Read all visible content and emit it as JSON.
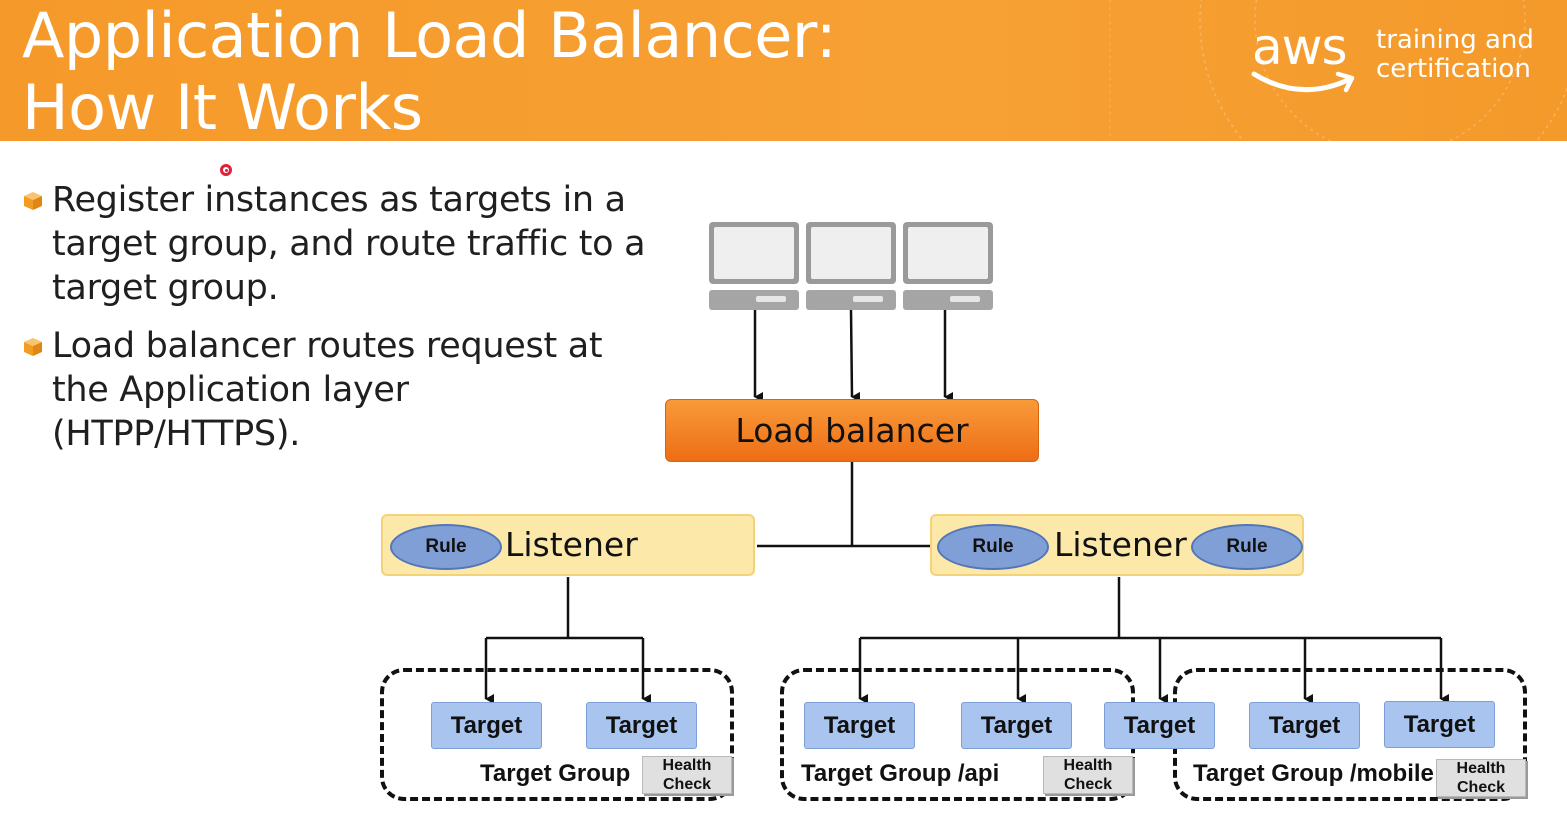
{
  "header": {
    "title_lines": [
      "Application Load Balancer:",
      "How It Works"
    ],
    "logo_word": "aws",
    "logo_tag_lines": [
      "training and",
      "certification"
    ],
    "background": "#f59a2a"
  },
  "bullets": [
    {
      "lines": [
        "Register instances as targets in a",
        "target group, and route traffic to a",
        "target group."
      ]
    },
    {
      "lines": [
        "Load balancer routes request at",
        "the Application layer",
        "(HTPP/HTTPS)."
      ]
    }
  ],
  "diagram": {
    "clients_icon": "laptop-icon",
    "load_balancer": "Load balancer",
    "listeners": [
      {
        "label": "Listener",
        "rules": [
          "Rule"
        ]
      },
      {
        "label": "Listener",
        "rules": [
          "Rule",
          "Rule"
        ]
      }
    ],
    "target_label": "Target",
    "groups": [
      {
        "label": "Target Group",
        "health": [
          "Health",
          "Check"
        ]
      },
      {
        "label": "Target Group /api",
        "health": [
          "Health",
          "Check"
        ]
      },
      {
        "label": "Target Group /mobile",
        "health": [
          "Health",
          "Check"
        ]
      }
    ],
    "colors": {
      "load_balancer": "#ee6d15",
      "listener": "#fce8a8",
      "rule": "#7f9fd6",
      "target": "#a8c4ef",
      "health_check": "#e0e0e0"
    }
  }
}
